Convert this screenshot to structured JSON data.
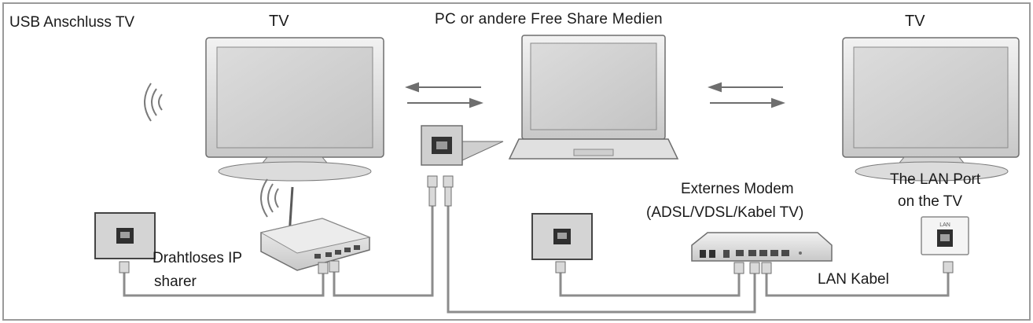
{
  "labels": {
    "usb_tv": "USB Anschluss TV",
    "tv_left": "TV",
    "pc": "PC or andere Free Share Medien",
    "tv_right": "TV",
    "lan_port_line1": "The LAN Port",
    "lan_port_line2": "on the TV",
    "modem_line1": "Externes Modem",
    "modem_line2": "(ADSL/VDSL/Kabel TV)",
    "router_line1": "Drahtloses IP",
    "router_line2": "sharer",
    "lan_cable": "LAN Kabel",
    "lan_port_tag": "LAN"
  },
  "icons": [
    "frame-border",
    "tv-left-icon",
    "tv-right-icon",
    "laptop-icon",
    "wireless-signal-icon",
    "wireless-router-icon",
    "external-modem-icon",
    "wall-socket-icon",
    "lan-port-plate-icon",
    "arrow-icon",
    "ethernet-plug-icon",
    "lan-cable-line"
  ],
  "colors": {
    "device_fill": "#e8e8e8",
    "device_shade": "#bdbdbd",
    "screen": "#cfcfcf",
    "outline": "#6e6e6e",
    "cable": "#8c8c8c",
    "socket_frame": "#595959",
    "text": "#1a1a1a"
  }
}
